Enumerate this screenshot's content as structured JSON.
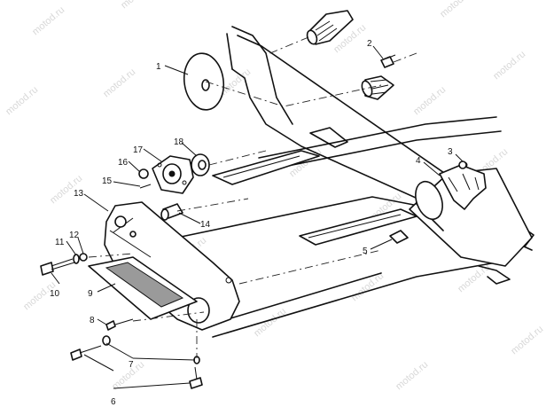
{
  "watermark": "motod.ru",
  "callouts": [
    {
      "id": "c1",
      "text": "1"
    },
    {
      "id": "c2",
      "text": "2"
    },
    {
      "id": "c3",
      "text": "3"
    },
    {
      "id": "c4",
      "text": "4"
    },
    {
      "id": "c5",
      "text": "5"
    },
    {
      "id": "c6",
      "text": "6"
    },
    {
      "id": "c7",
      "text": "7"
    },
    {
      "id": "c8",
      "text": "8"
    },
    {
      "id": "c9",
      "text": "9"
    },
    {
      "id": "c10",
      "text": "10"
    },
    {
      "id": "c11",
      "text": "11"
    },
    {
      "id": "c12",
      "text": "12"
    },
    {
      "id": "c13",
      "text": "13"
    },
    {
      "id": "c14",
      "text": "14"
    },
    {
      "id": "c15",
      "text": "15"
    },
    {
      "id": "c16",
      "text": "16"
    },
    {
      "id": "c17",
      "text": "17"
    },
    {
      "id": "c18",
      "text": "18"
    }
  ]
}
